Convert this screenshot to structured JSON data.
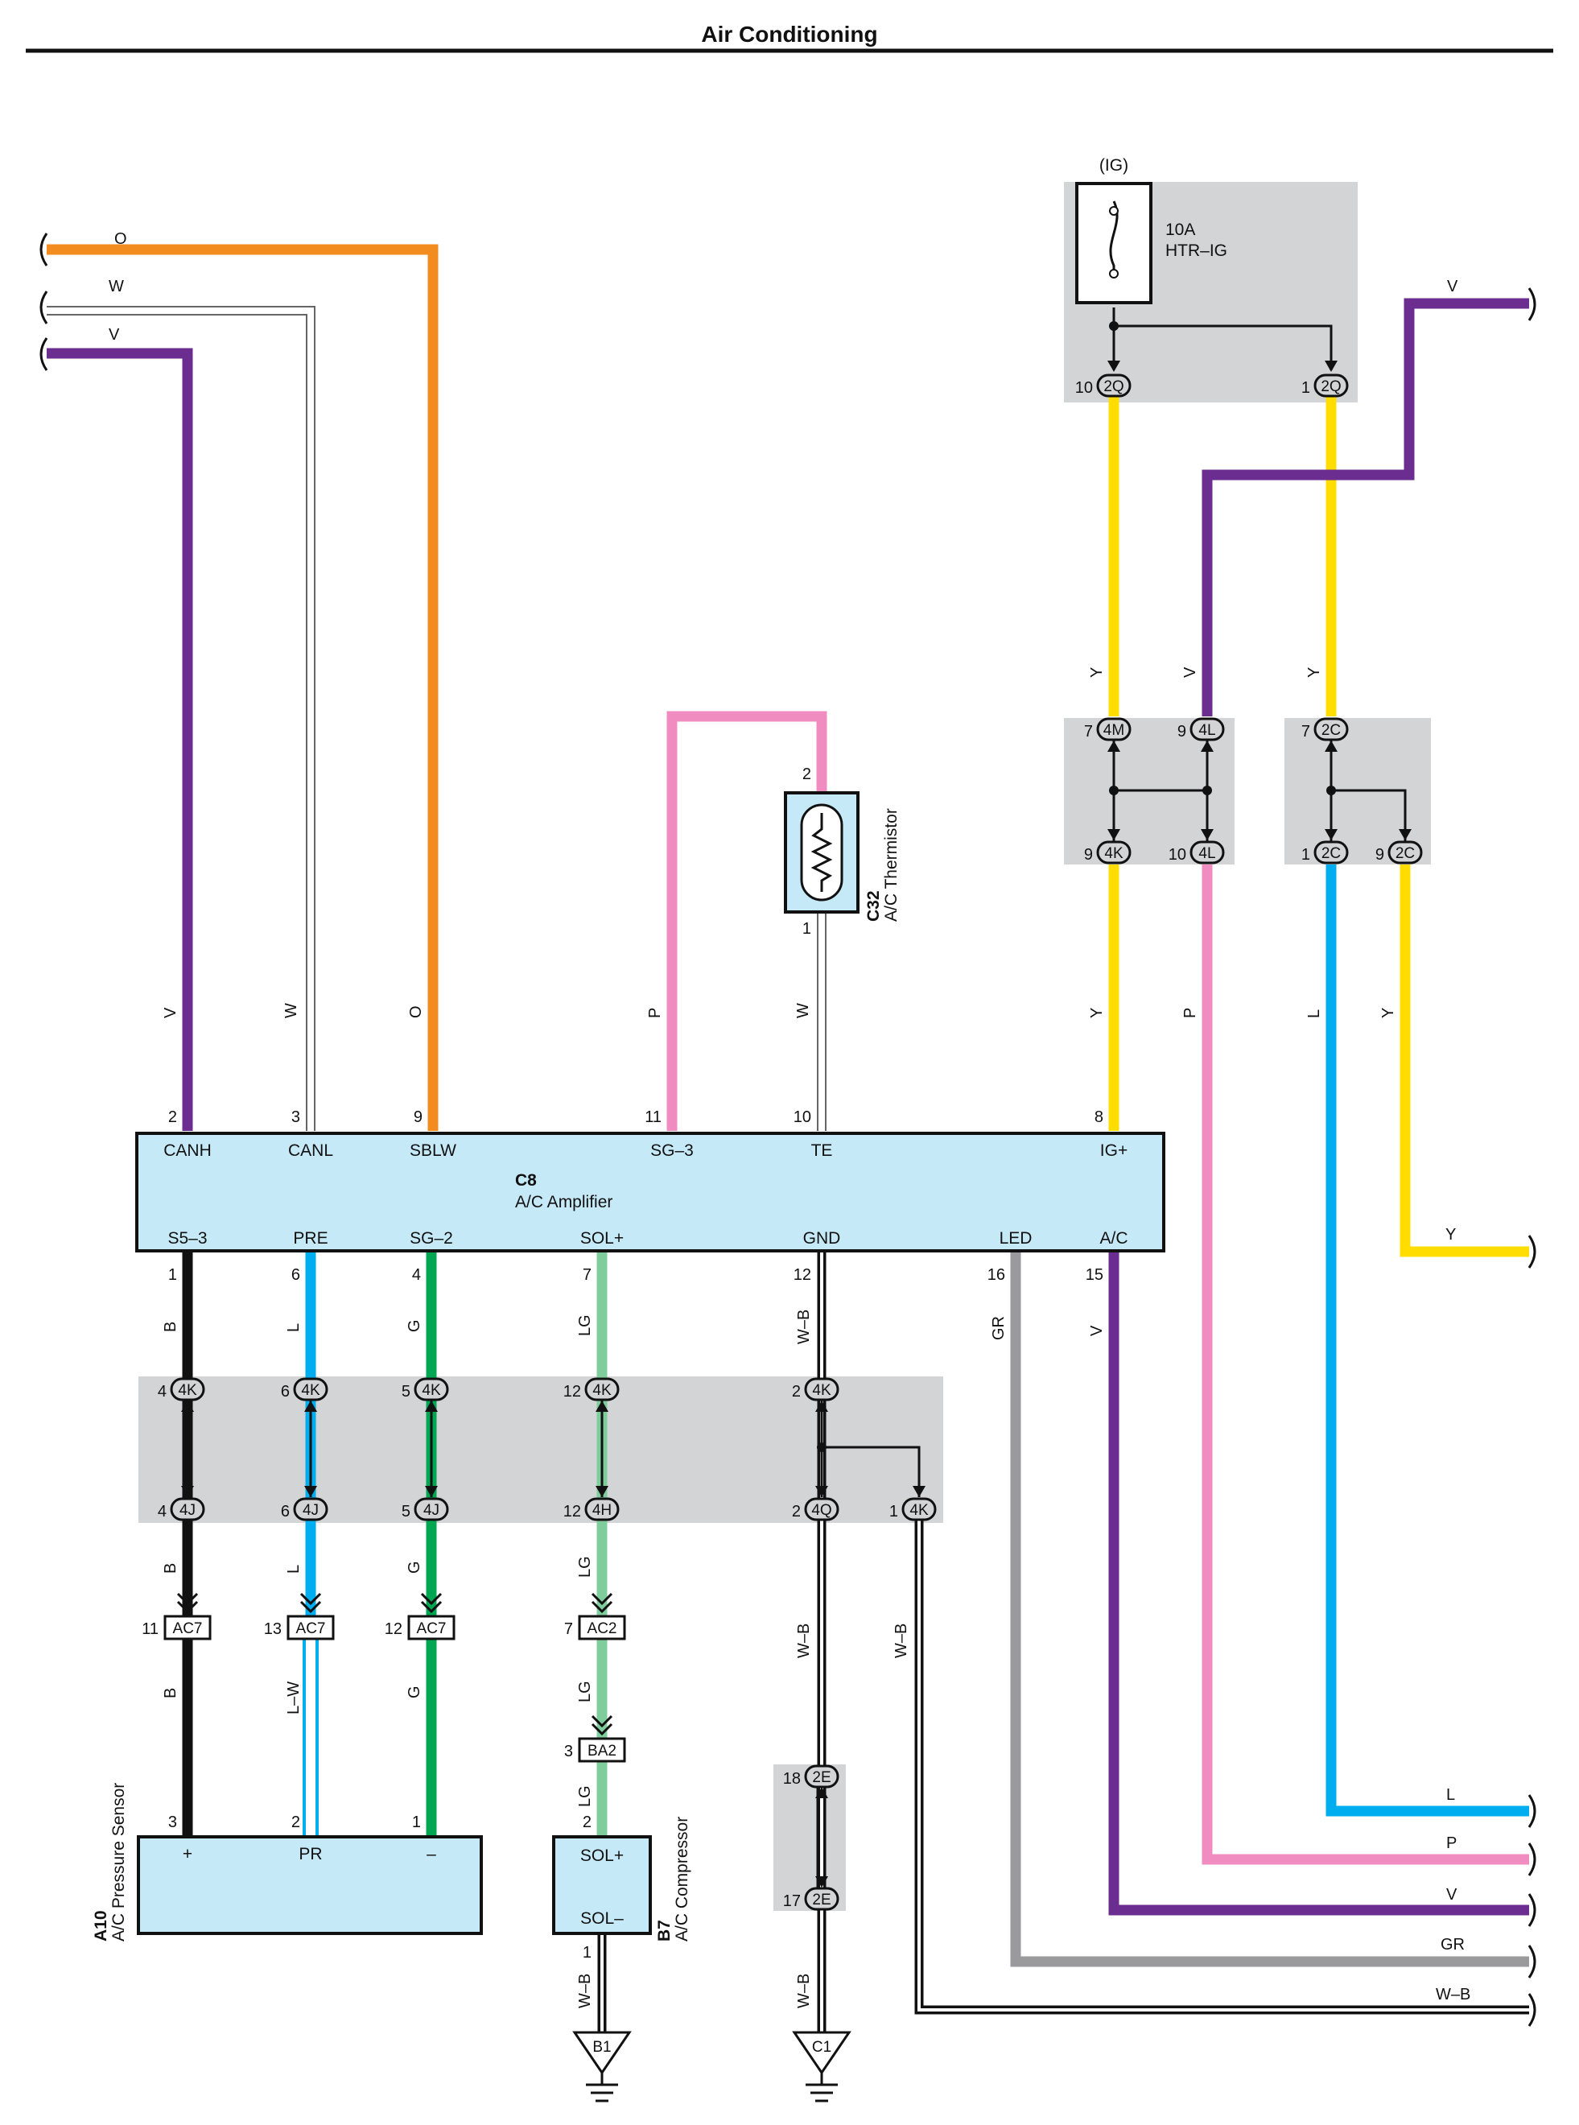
{
  "title": "Air Conditioning",
  "colors": {
    "O": "#f28c1e",
    "W": "#ffffff",
    "V": "#6b2d8f",
    "P": "#f08cbf",
    "Y": "#ffdd00",
    "L": "#00aeef",
    "B": "#111111",
    "G": "#00a651",
    "LG": "#7fcc9c",
    "GR": "#9a9a9c",
    "box_fill": "#c6e9f8",
    "shade": "#d3d4d6"
  },
  "fuse": {
    "power": "(IG)",
    "rating": "10A",
    "name": "HTR–IG"
  },
  "amplifier": {
    "code": "C8",
    "name": "A/C Amplifier",
    "top_terminals": [
      {
        "pin": "2",
        "label": "CANH",
        "wire": "V"
      },
      {
        "pin": "3",
        "label": "CANL",
        "wire": "W"
      },
      {
        "pin": "9",
        "label": "SBLW",
        "wire": "O"
      },
      {
        "pin": "11",
        "label": "SG–3",
        "wire": "P"
      },
      {
        "pin": "10",
        "label": "TE",
        "wire": "W"
      },
      {
        "pin": "8",
        "label": "IG+",
        "wire": "Y"
      }
    ],
    "bottom_terminals": [
      {
        "pin": "1",
        "label": "S5–3",
        "wire": "B"
      },
      {
        "pin": "6",
        "label": "PRE",
        "wire": "L"
      },
      {
        "pin": "4",
        "label": "SG–2",
        "wire": "G"
      },
      {
        "pin": "7",
        "label": "SOL+",
        "wire": "LG"
      },
      {
        "pin": "12",
        "label": "GND",
        "wire": "W–B"
      },
      {
        "pin": "16",
        "label": "LED",
        "wire": "GR"
      },
      {
        "pin": "15",
        "label": "A/C",
        "wire": "V"
      }
    ]
  },
  "thermistor": {
    "code": "C32",
    "name": "A/C Thermistor",
    "pin_top": "2",
    "pin_bottom": "1"
  },
  "pressure_sensor": {
    "code": "A10",
    "name": "A/C Pressure Sensor",
    "terminals": [
      {
        "pin": "3",
        "label": "+"
      },
      {
        "pin": "2",
        "label": "PR"
      },
      {
        "pin": "1",
        "label": "–"
      }
    ]
  },
  "compressor": {
    "code": "B7",
    "name": "A/C Compressor",
    "terminals": [
      {
        "pin": "2",
        "label": "SOL+"
      },
      {
        "pin": "1",
        "label": "SOL–"
      }
    ]
  },
  "grounds": [
    "B1",
    "C1"
  ],
  "connectors": {
    "fuse_out": [
      {
        "pin": "10",
        "id": "2Q"
      },
      {
        "pin": "1",
        "id": "2Q"
      }
    ],
    "junction_a": [
      {
        "pin": "7",
        "id": "4M"
      },
      {
        "pin": "9",
        "id": "4L"
      },
      {
        "pin": "9",
        "id": "4K"
      },
      {
        "pin": "10",
        "id": "4L"
      }
    ],
    "junction_b": [
      {
        "pin": "7",
        "id": "2C"
      },
      {
        "pin": "1",
        "id": "2C"
      },
      {
        "pin": "9",
        "id": "2C"
      }
    ],
    "lower_top": [
      {
        "pin": "4",
        "id": "4K"
      },
      {
        "pin": "6",
        "id": "4K"
      },
      {
        "pin": "5",
        "id": "4K"
      },
      {
        "pin": "12",
        "id": "4K"
      },
      {
        "pin": "2",
        "id": "4K"
      }
    ],
    "lower_bottom": [
      {
        "pin": "4",
        "id": "4J"
      },
      {
        "pin": "6",
        "id": "4J"
      },
      {
        "pin": "5",
        "id": "4J"
      },
      {
        "pin": "12",
        "id": "4H"
      },
      {
        "pin": "2",
        "id": "4Q"
      },
      {
        "pin": "1",
        "id": "4K"
      }
    ],
    "inline": [
      {
        "pin": "11",
        "id": "AC7"
      },
      {
        "pin": "13",
        "id": "AC7"
      },
      {
        "pin": "12",
        "id": "AC7"
      },
      {
        "pin": "7",
        "id": "AC2"
      },
      {
        "pin": "3",
        "id": "BA2"
      }
    ],
    "ground_junction": [
      {
        "pin": "18",
        "id": "2E"
      },
      {
        "pin": "17",
        "id": "2E"
      }
    ]
  },
  "wire_labels": {
    "left_O": "O",
    "left_W": "W",
    "left_V": "V",
    "canh": "V",
    "canl": "W",
    "sblw": "O",
    "sg3": "P",
    "te": "W",
    "igp": "Y",
    "igp_upper": "Y",
    "v_upper": "V",
    "y_upper2": "Y",
    "p_mid": "P",
    "l_mid": "L",
    "y_mid": "Y",
    "right_V_top": "V",
    "right_Y": "Y",
    "b1": "B",
    "b2": "B",
    "b3": "B",
    "l1": "L",
    "lw": "L–W",
    "g1": "G",
    "g2": "G",
    "g3": "G",
    "lg1": "LG",
    "lg2": "LG",
    "lg3": "LG",
    "lg4": "LG",
    "wb1": "W–B",
    "wb2": "W–B",
    "wb3": "W–B",
    "wb4": "W–B",
    "wb5": "W–B",
    "gr": "GR",
    "v_ac": "V",
    "right_L": "L",
    "right_P": "P",
    "right_V": "V",
    "right_GR": "GR",
    "right_WB": "W–B"
  }
}
